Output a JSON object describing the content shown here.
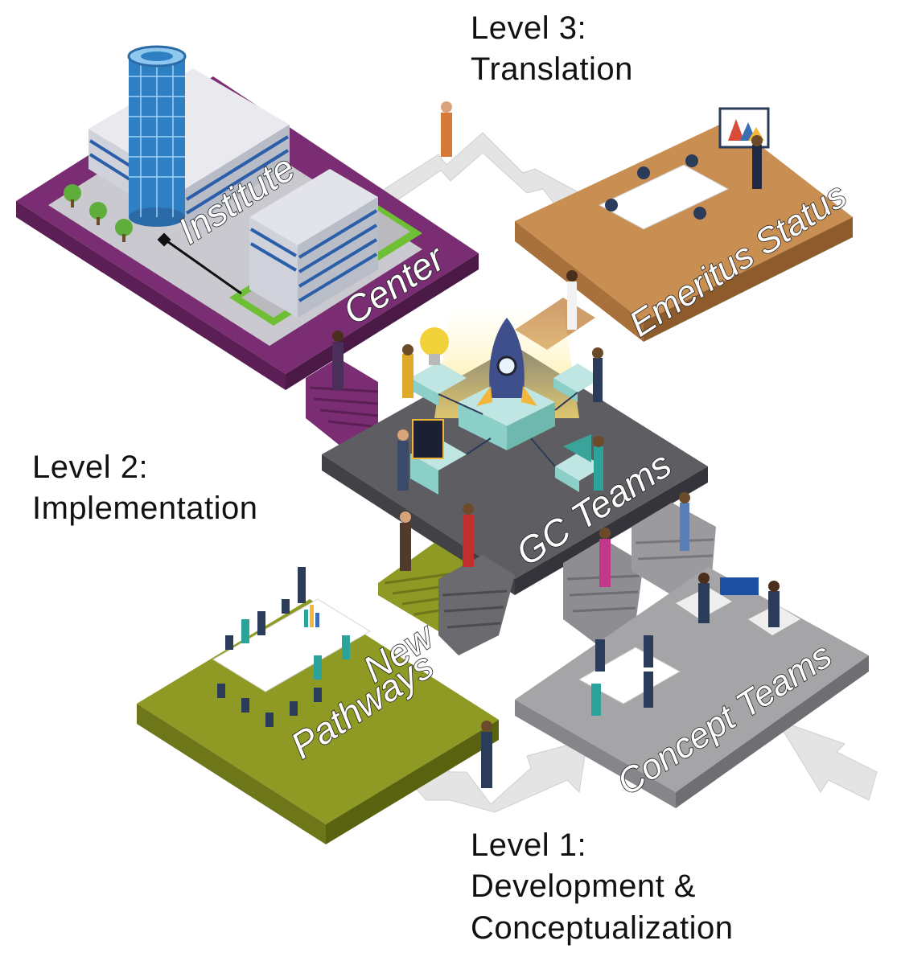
{
  "levels": {
    "level3": {
      "title": "Level 3:",
      "subtitle": "Translation"
    },
    "level2": {
      "title": "Level 2:",
      "subtitle": "Implementation"
    },
    "level1": {
      "title": "Level 1:",
      "subtitle_line1": "Development &",
      "subtitle_line2": "Conceptualization"
    }
  },
  "platforms": {
    "institute": {
      "label": "Institute",
      "color": "#7b2d73"
    },
    "center": {
      "label": "Center",
      "color": "#7b2d73"
    },
    "emeritus": {
      "label": "Emeritus Status",
      "color": "#c98e52"
    },
    "gc_teams": {
      "label": "GC Teams",
      "color": "#5e5d62"
    },
    "new_pathways_1": {
      "label": "New",
      "color": "#8e9a24"
    },
    "new_pathways_2": {
      "label": "Pathways"
    },
    "concept_teams": {
      "label": "Concept Teams",
      "color": "#a5a5a8"
    }
  },
  "colors": {
    "arrow": "#e6e6e6",
    "glass": "#2f80c2",
    "accent_orange": "#d67a3a",
    "grass": "#6fbf35"
  }
}
